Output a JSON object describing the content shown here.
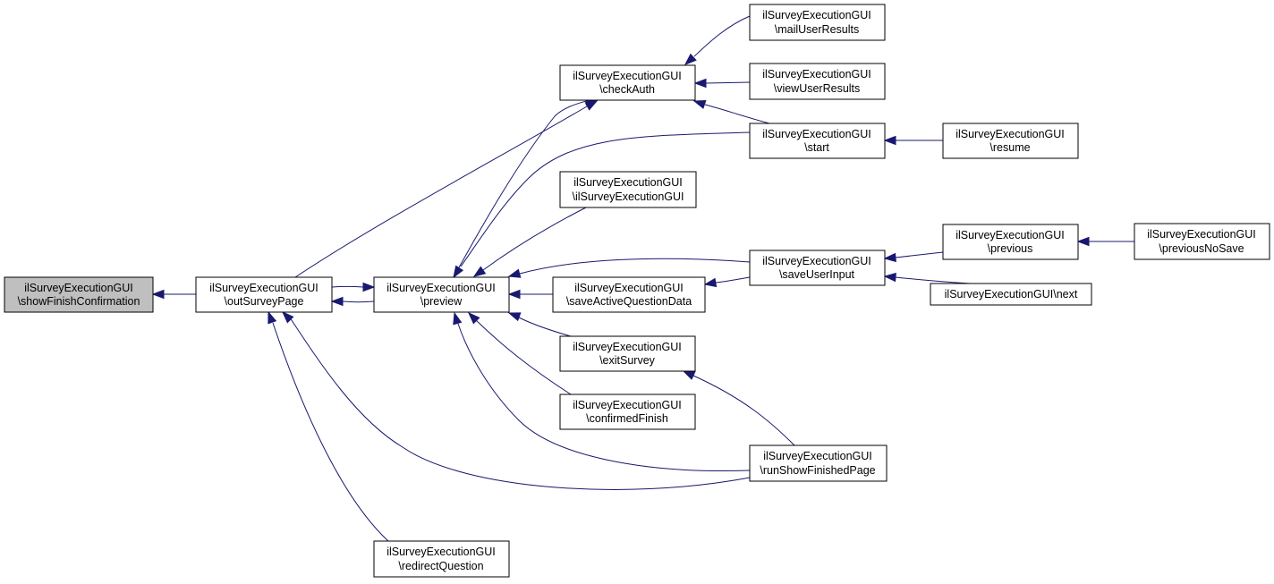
{
  "diagram": {
    "nodes": {
      "showFinishConfirmation": {
        "line1": "ilSurveyExecutionGUI",
        "line2": "\\showFinishConfirmation"
      },
      "outSurveyPage": {
        "line1": "ilSurveyExecutionGUI",
        "line2": "\\outSurveyPage"
      },
      "preview": {
        "line1": "ilSurveyExecutionGUI",
        "line2": "\\preview"
      },
      "redirectQuestion": {
        "line1": "ilSurveyExecutionGUI",
        "line2": "\\redirectQuestion"
      },
      "checkAuth": {
        "line1": "ilSurveyExecutionGUI",
        "line2": "\\checkAuth"
      },
      "ilSurveyExecutionGUI": {
        "line1": "ilSurveyExecutionGUI",
        "line2": "\\ilSurveyExecutionGUI"
      },
      "saveActiveQuestionData": {
        "line1": "ilSurveyExecutionGUI",
        "line2": "\\saveActiveQuestionData"
      },
      "exitSurvey": {
        "line1": "ilSurveyExecutionGUI",
        "line2": "\\exitSurvey"
      },
      "confirmedFinish": {
        "line1": "ilSurveyExecutionGUI",
        "line2": "\\confirmedFinish"
      },
      "mailUserResults": {
        "line1": "ilSurveyExecutionGUI",
        "line2": "\\mailUserResults"
      },
      "viewUserResults": {
        "line1": "ilSurveyExecutionGUI",
        "line2": "\\viewUserResults"
      },
      "start": {
        "line1": "ilSurveyExecutionGUI",
        "line2": "\\start"
      },
      "saveUserInput": {
        "line1": "ilSurveyExecutionGUI",
        "line2": "\\saveUserInput"
      },
      "runShowFinishedPage": {
        "line1": "ilSurveyExecutionGUI",
        "line2": "\\runShowFinishedPage"
      },
      "resume": {
        "line1": "ilSurveyExecutionGUI",
        "line2": "\\resume"
      },
      "previous": {
        "line1": "ilSurveyExecutionGUI",
        "line2": "\\previous"
      },
      "next": {
        "line1": "ilSurveyExecutionGUI\\next"
      },
      "previousNoSave": {
        "line1": "ilSurveyExecutionGUI",
        "line2": "\\previousNoSave"
      }
    },
    "edges": [
      {
        "from": "outSurveyPage",
        "to": "showFinishConfirmation"
      },
      {
        "from": "preview",
        "to": "outSurveyPage"
      },
      {
        "from": "outSurveyPage",
        "to": "preview"
      },
      {
        "from": "redirectQuestion",
        "to": "outSurveyPage"
      },
      {
        "from": "outSurveyPage",
        "to": "checkAuth"
      },
      {
        "from": "runShowFinishedPage",
        "to": "outSurveyPage"
      },
      {
        "from": "preview",
        "to": "checkAuth"
      },
      {
        "from": "start",
        "to": "preview"
      },
      {
        "from": "ilSurveyExecutionGUI",
        "to": "preview"
      },
      {
        "from": "saveUserInput",
        "to": "preview"
      },
      {
        "from": "saveActiveQuestionData",
        "to": "preview"
      },
      {
        "from": "exitSurvey",
        "to": "preview"
      },
      {
        "from": "confirmedFinish",
        "to": "preview"
      },
      {
        "from": "runShowFinishedPage",
        "to": "preview"
      },
      {
        "from": "mailUserResults",
        "to": "checkAuth"
      },
      {
        "from": "viewUserResults",
        "to": "checkAuth"
      },
      {
        "from": "start",
        "to": "checkAuth"
      },
      {
        "from": "saveUserInput",
        "to": "saveActiveQuestionData"
      },
      {
        "from": "runShowFinishedPage",
        "to": "exitSurvey"
      },
      {
        "from": "resume",
        "to": "start"
      },
      {
        "from": "previous",
        "to": "saveUserInput"
      },
      {
        "from": "next",
        "to": "saveUserInput"
      },
      {
        "from": "previousNoSave",
        "to": "previous"
      }
    ]
  }
}
